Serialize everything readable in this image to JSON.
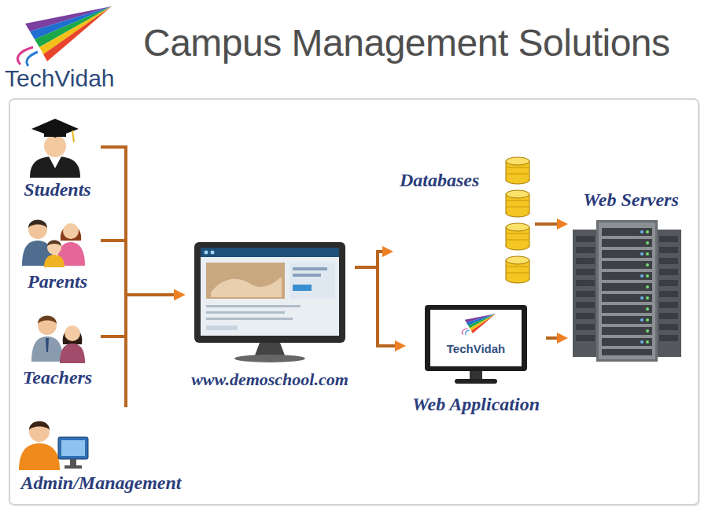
{
  "diagram": {
    "title": "Campus Management Solutions",
    "nodes": [
      {
        "text": [
          "Students"
        ]
      },
      {
        "text": [
          "Parents"
        ]
      },
      {
        "text": [
          "Teachers"
        ]
      },
      {
        "text": [
          "Admin/Management"
        ]
      },
      {
        "text": [
          "www.demoschool.com"
        ]
      },
      {
        "text": [
          "Databases"
        ]
      },
      {
        "text": [
          "TechVidah",
          "Web Application"
        ]
      },
      {
        "text": [
          "Web Servers"
        ]
      }
    ],
    "edges": [
      {
        "from": 0,
        "to": 4,
        "arrow": "to"
      },
      {
        "from": 1,
        "to": 4,
        "arrow": "to"
      },
      {
        "from": 2,
        "to": 4,
        "arrow": "to"
      },
      {
        "from": 3,
        "to": 4,
        "arrow": "to"
      },
      {
        "from": 4,
        "to": 5,
        "arrow": "to"
      },
      {
        "from": 4,
        "to": 6,
        "arrow": "to"
      },
      {
        "from": 5,
        "to": 7,
        "arrow": "to"
      },
      {
        "from": 6,
        "to": 7,
        "arrow": "to"
      }
    ],
    "labels": [
      "TechVidah"
    ]
  }
}
